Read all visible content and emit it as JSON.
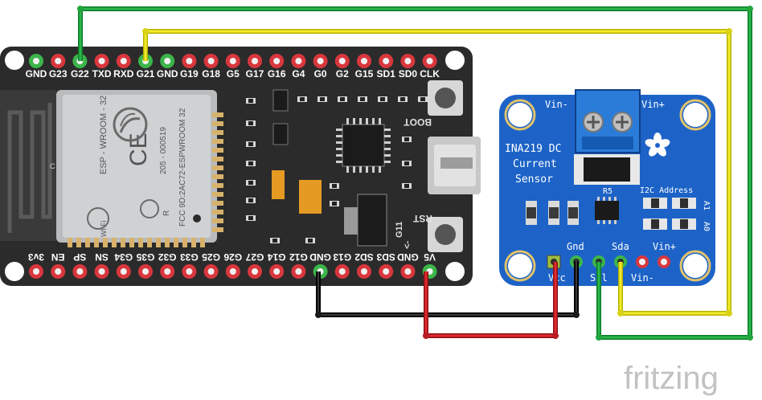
{
  "esp32": {
    "top_pins": [
      "GND",
      "G23",
      "G22",
      "TXD",
      "RXD",
      "G21",
      "GND",
      "G19",
      "G18",
      "G5",
      "G17",
      "G16",
      "G4",
      "G0",
      "G2",
      "G15",
      "SD1",
      "SD0",
      "CLK"
    ],
    "bottom_pins": [
      "3v3",
      "EN",
      "SP",
      "SN",
      "G34",
      "G35",
      "G32",
      "G33",
      "G25",
      "G26",
      "G27",
      "G14",
      "G12",
      "GND",
      "G13",
      "SD2",
      "SD3",
      "GND",
      "V5"
    ],
    "module_name": "ESP - WROOM - 32",
    "module_code": "205 - 000519",
    "fcc_id": "FCC 9D:2AC72-ESPWROOM 32",
    "ce_mark": "CE",
    "r_mark": "R",
    "wifi_mark": "Wi Fi",
    "antenna_mark": "C",
    "boot_label": "BOOT",
    "rst_label": "RST",
    "g11_label": "G11",
    "g11_arrow": "<-"
  },
  "ina219": {
    "title_line1": "INA219 DC",
    "title_line2": "Current",
    "title_line3": "Sensor",
    "vin_minus_top": "Vin-",
    "vin_plus_top": "Vin+",
    "i2c_label": "I2C Address",
    "a1_label": "A1",
    "a0_label": "A0",
    "r5_label": "R5",
    "gnd_label": "Gnd",
    "sda_label": "Sda",
    "vin_plus_bottom": "Vin+",
    "vcc_label": "Vcc",
    "scl_label": "Scl",
    "vin_minus_bottom": "Vin-"
  },
  "watermark": "fritzing",
  "colors": {
    "board": "#2b2b2b",
    "sensor": "#1d63c7",
    "wire_green": "#1aa33a",
    "wire_yellow": "#e8e21a",
    "wire_red": "#c4161c",
    "wire_black": "#151515",
    "pin_red": "#d9373d",
    "pin_green": "#3cb54a"
  }
}
